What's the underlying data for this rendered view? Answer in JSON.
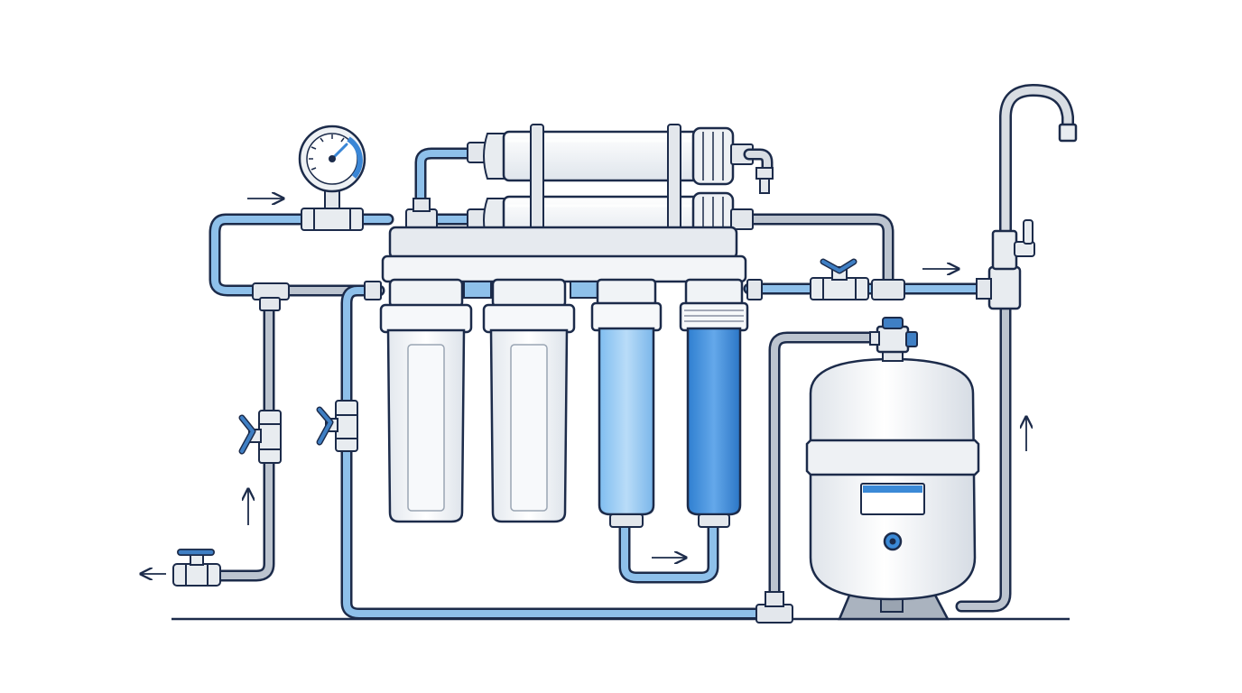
{
  "diagram": {
    "kind": "reverse-osmosis-water-filtration-system",
    "text_labels": [],
    "colors": {
      "outline": "#1c2b4a",
      "pipe_blue": "#8ec0ea",
      "pipe_gray": "#bcc4cf",
      "housing_light": "#f4f6f9",
      "cartridge_light_blue": "#9ecdf3",
      "cartridge_dark_blue": "#3b8ad7",
      "valve_handle": "#3f7fc4",
      "gauge_accent": "#3a86d6"
    },
    "components": [
      {
        "id": "inlet-shutoff-valve",
        "icon": "valve-icon"
      },
      {
        "id": "feed-valve",
        "icon": "valve-icon"
      },
      {
        "id": "drain-saddle-valve",
        "icon": "valve-icon"
      },
      {
        "id": "pressure-gauge",
        "icon": "gauge-icon"
      },
      {
        "id": "sediment-prefilter",
        "icon": "filter-housing-icon"
      },
      {
        "id": "carbon-prefilter",
        "icon": "filter-housing-icon"
      },
      {
        "id": "carbon-block-filter",
        "icon": "filter-cartridge-icon"
      },
      {
        "id": "post-carbon-filter",
        "icon": "filter-cartridge-icon"
      },
      {
        "id": "ro-membrane-upper",
        "icon": "membrane-icon"
      },
      {
        "id": "ro-membrane-lower",
        "icon": "membrane-icon"
      },
      {
        "id": "tank-valve",
        "icon": "valve-icon"
      },
      {
        "id": "storage-tank",
        "icon": "tank-icon"
      },
      {
        "id": "faucet",
        "icon": "faucet-icon"
      }
    ],
    "flow_arrows": [
      {
        "id": "arrow-inlet-top",
        "direction": "right"
      },
      {
        "id": "arrow-outlet-drain",
        "direction": "left"
      },
      {
        "id": "arrow-left-riser",
        "direction": "up"
      },
      {
        "id": "arrow-to-faucet",
        "direction": "right"
      },
      {
        "id": "arrow-right-riser",
        "direction": "up"
      },
      {
        "id": "arrow-bottom-loop",
        "direction": "right"
      }
    ]
  }
}
